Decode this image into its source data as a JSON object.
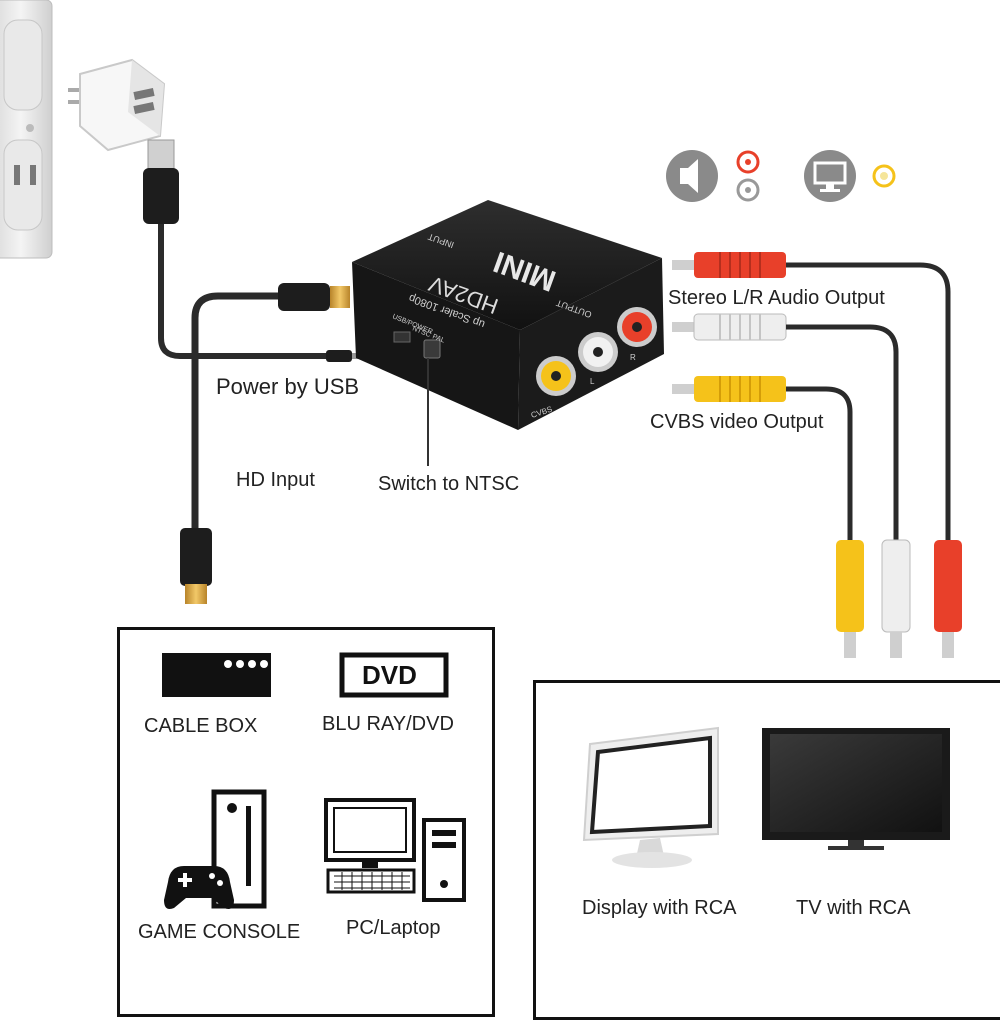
{
  "labels": {
    "power_by_usb": "Power by USB",
    "hd_input": "HD Input",
    "switch_to_ntsc": "Switch to NTSC",
    "stereo_output": "Stereo L/R Audio Output",
    "cvbs_output": "CVBS video Output"
  },
  "device": {
    "brand": "MINI",
    "model": "HD2AV",
    "subtitle": "up Scaler 1080p",
    "input_label": "INPUT",
    "output_label": "OUTPUT",
    "port_usb": "USB/POWER",
    "port_ntsc": "NTSC",
    "port_pal": "PAL",
    "port_cvbs": "CVBS",
    "port_l": "L",
    "port_r": "R"
  },
  "sources": {
    "items": [
      {
        "label": "CABLE BOX",
        "icon": "cable-box-icon"
      },
      {
        "label": "BLU RAY/DVD",
        "icon": "dvd-icon",
        "badge": "DVD"
      },
      {
        "label": "GAME CONSOLE",
        "icon": "game-console-icon"
      },
      {
        "label": "PC/Laptop",
        "icon": "pc-icon"
      }
    ]
  },
  "displays": {
    "items": [
      {
        "label": "Display with RCA",
        "icon": "monitor-icon"
      },
      {
        "label": "TV with RCA",
        "icon": "tv-icon"
      }
    ]
  },
  "icons": {
    "audio": "speaker-icon",
    "video": "monitor-icon"
  },
  "colors": {
    "rca_red": "#e8402a",
    "rca_white": "#e6e6e6",
    "rca_yellow": "#f5c21a",
    "cable": "#2b2b2b",
    "device_body": "#1e1e1e",
    "hdmi_gold": "#d9a53a"
  }
}
